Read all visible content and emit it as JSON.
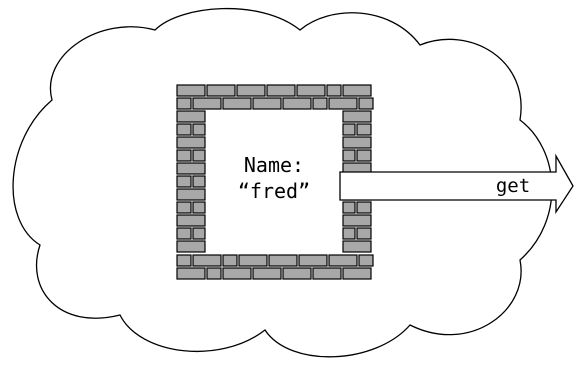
{
  "diagram": {
    "field_label": "Name:",
    "field_value": "“fred”",
    "method_label": "get"
  },
  "colors": {
    "brick_fill": "#a8a8a8",
    "stroke": "#000000",
    "background": "#ffffff",
    "arrow_fill": "#ffffff"
  }
}
